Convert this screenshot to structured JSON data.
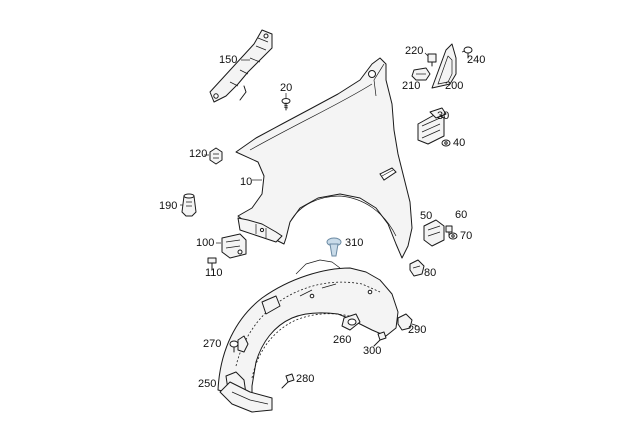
{
  "diagram": {
    "callouts": [
      {
        "id": "p150",
        "text": "150"
      },
      {
        "id": "p20",
        "text": "20"
      },
      {
        "id": "p220",
        "text": "220"
      },
      {
        "id": "p240",
        "text": "240"
      },
      {
        "id": "p210",
        "text": "210"
      },
      {
        "id": "p200",
        "text": "200"
      },
      {
        "id": "p30",
        "text": "30"
      },
      {
        "id": "p40",
        "text": "40"
      },
      {
        "id": "p120",
        "text": "120"
      },
      {
        "id": "p10",
        "text": "10"
      },
      {
        "id": "p190",
        "text": "190"
      },
      {
        "id": "p50",
        "text": "50"
      },
      {
        "id": "p60",
        "text": "60"
      },
      {
        "id": "p70",
        "text": "70"
      },
      {
        "id": "p100",
        "text": "100"
      },
      {
        "id": "p310",
        "text": "310"
      },
      {
        "id": "p110",
        "text": "110"
      },
      {
        "id": "p80",
        "text": "80"
      },
      {
        "id": "p290",
        "text": "290"
      },
      {
        "id": "p270",
        "text": "270"
      },
      {
        "id": "p260",
        "text": "260"
      },
      {
        "id": "p300",
        "text": "300"
      },
      {
        "id": "p280",
        "text": "280"
      },
      {
        "id": "p250",
        "text": "250"
      }
    ],
    "colors": {
      "line": "#1a1a1a",
      "highlight_part": "#c9dbe9"
    }
  }
}
